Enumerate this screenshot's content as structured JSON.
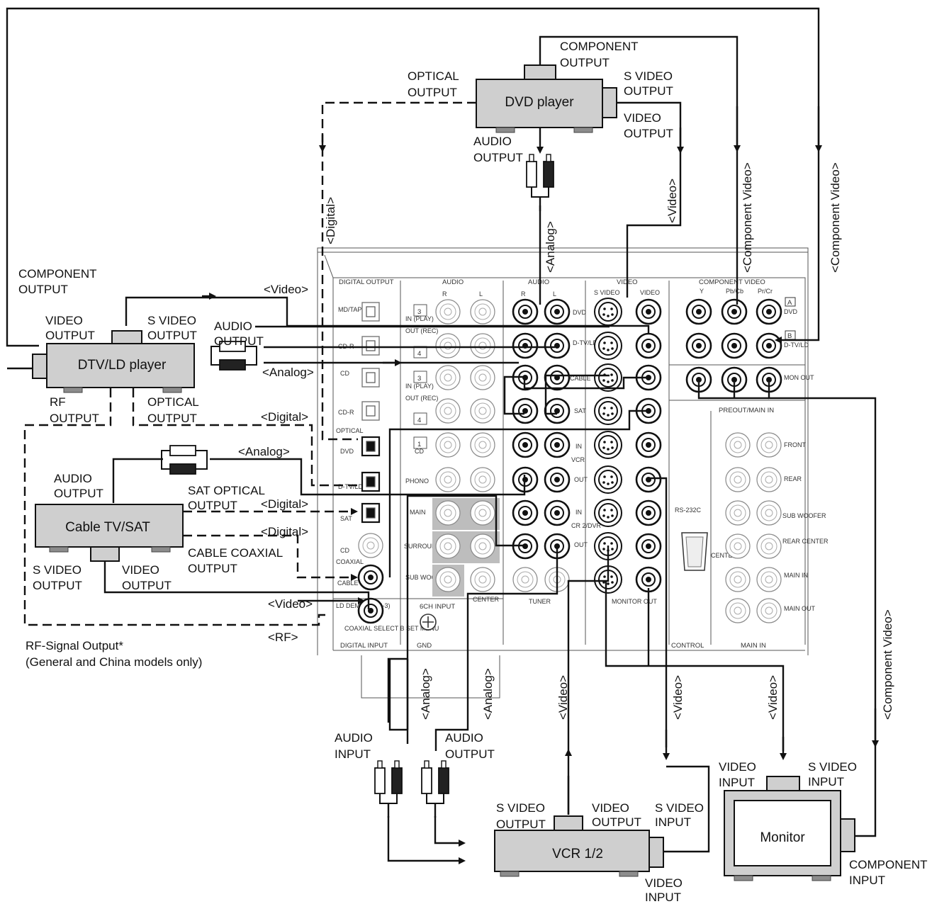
{
  "devices": {
    "dvd": "DVD player",
    "dtv": "DTV/LD player",
    "cable": "Cable TV/SAT",
    "vcr": "VCR 1/2",
    "monitor": "Monitor"
  },
  "labels": {
    "dvd_component_output": [
      "COMPONENT",
      "OUTPUT"
    ],
    "dvd_optical_output": [
      "OPTICAL",
      "OUTPUT"
    ],
    "dvd_svideo_output": [
      "S VIDEO",
      "OUTPUT"
    ],
    "dvd_video_output": [
      "VIDEO",
      "OUTPUT"
    ],
    "dvd_audio_output": [
      "AUDIO",
      "OUTPUT"
    ],
    "dtv_component_output": [
      "COMPONENT",
      "OUTPUT"
    ],
    "dtv_video_output": [
      "VIDEO",
      "OUTPUT"
    ],
    "dtv_svideo_output": [
      "S VIDEO",
      "OUTPUT"
    ],
    "dtv_audio_output": [
      "AUDIO",
      "OUTPUT"
    ],
    "dtv_rf_output": [
      "RF",
      "OUTPUT"
    ],
    "dtv_optical_output": [
      "OPTICAL",
      "OUTPUT"
    ],
    "cable_audio_output": [
      "AUDIO",
      "OUTPUT"
    ],
    "cable_sat_optical_output": [
      "SAT OPTICAL",
      "OUTPUT"
    ],
    "cable_coaxial_output": [
      "CABLE COAXIAL",
      "OUTPUT"
    ],
    "cable_svideo_output": [
      "S VIDEO",
      "OUTPUT"
    ],
    "cable_video_output": [
      "VIDEO",
      "OUTPUT"
    ],
    "vcr_audio_input": [
      "AUDIO",
      "INPUT"
    ],
    "vcr_audio_output": [
      "AUDIO",
      "OUTPUT"
    ],
    "vcr_svideo_output": [
      "S VIDEO",
      "OUTPUT"
    ],
    "vcr_video_output": [
      "VIDEO",
      "OUTPUT"
    ],
    "vcr_svideo_input": [
      "S VIDEO",
      "INPUT"
    ],
    "vcr_video_input": [
      "VIDEO",
      "INPUT"
    ],
    "mon_video_input": [
      "VIDEO",
      "INPUT"
    ],
    "mon_svideo_input": [
      "S VIDEO",
      "INPUT"
    ],
    "mon_component_input": [
      "COMPONENT",
      "INPUT"
    ]
  },
  "signals": {
    "digital": "<Digital>",
    "analog": "<Analog>",
    "video": "<Video>",
    "component_video": "<Component Video>",
    "rf": "<RF>"
  },
  "notes": {
    "rf_signal": "RF-Signal Output*",
    "models": "(General and China models only)"
  },
  "panel": {
    "headers": {
      "digital_output": "DIGITAL OUTPUT",
      "audio1": "AUDIO",
      "audio2": "AUDIO",
      "video": "VIDEO",
      "component_video": "COMPONENT VIDEO",
      "preout_main_in": "PREOUT/MAIN IN",
      "digital_input": "DIGITAL INPUT",
      "gnd": "GND",
      "control": "CONTROL",
      "main_in": "MAIN IN",
      "six_ch_input": "6CH INPUT",
      "center": "CENTER",
      "tuner": "TUNER",
      "monitor_out": "MONITOR OUT",
      "rs232c": "RS-232C",
      "s_video": "S VIDEO",
      "video_sub": "VIDEO",
      "y": "Y",
      "pb_cb": "Pb/Cb",
      "pr_cr": "Pr/Cr",
      "optical": "OPTICAL",
      "coaxial": "COAXIAL",
      "coaxial_select": "COAXIAL SELECT B SET MENU",
      "vcr": "VCR",
      "dtv_vcr": "CR 2/DVR"
    },
    "digital_out_jacks": [
      "MD/TAPE",
      "CD-R"
    ],
    "digital_in_jacks": [
      "CD",
      "CD-R",
      "DVD",
      "D-TV/LD",
      "SAT",
      "CD",
      "CABLE",
      "LD DEMOD (AC-3)"
    ],
    "audio_rows": [
      "IN (PLAY)",
      "OUT (REC)",
      "IN (PLAY)",
      "OUT (REC)",
      "CD",
      "PHONO",
      "MAIN",
      "SURROUND",
      "SUB WOOFER"
    ],
    "video_rows": [
      "DVD",
      "D-TV/LD",
      "CABLE",
      "SAT",
      "IN",
      "OUT",
      "IN",
      "OUT"
    ],
    "component_rows": [
      "DVD",
      "D-TV/LD",
      "MON OUT"
    ],
    "preout_rows": [
      "FRONT",
      "REAR",
      "SUB WOOFER",
      "REAR CENTER",
      "MAIN IN",
      "MAIN OUT"
    ],
    "center_label": "CENTER",
    "lr": [
      "R",
      "L"
    ],
    "tape_numbers": [
      "3",
      "4",
      "3",
      "4",
      "1"
    ],
    "component_tags": [
      "A",
      "B"
    ]
  }
}
